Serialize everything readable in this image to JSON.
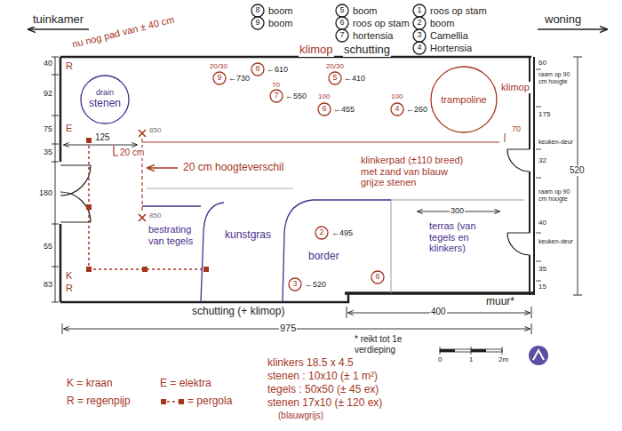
{
  "diagram": {
    "nodes": [
      {
        "text": [
          "8",
          "boom"
        ]
      },
      {
        "text": [
          "9",
          "boom"
        ]
      },
      {
        "text": [
          "5",
          "boom"
        ]
      },
      {
        "text": [
          "6",
          "roos op stam"
        ]
      },
      {
        "text": [
          "7",
          "hortensia"
        ]
      },
      {
        "text": [
          "1",
          "roos op stam"
        ]
      },
      {
        "text": [
          "2",
          "boom"
        ]
      },
      {
        "text": [
          "3",
          "Camellia"
        ]
      },
      {
        "text": [
          "4",
          "Hortensia"
        ]
      },
      {
        "text": [
          "9"
        ]
      },
      {
        "text": [
          "8"
        ]
      },
      {
        "text": [
          "5"
        ]
      },
      {
        "text": [
          "7"
        ]
      },
      {
        "text": [
          "6"
        ]
      },
      {
        "text": [
          "4"
        ]
      },
      {
        "text": [
          "trampoline"
        ]
      },
      {
        "text": [
          "drain",
          "stenen"
        ]
      },
      {
        "text": [
          "2"
        ]
      },
      {
        "text": [
          "6"
        ]
      },
      {
        "text": [
          "3"
        ]
      }
    ],
    "labels": [
      "tuinkamer",
      "woning",
      "nu nog pad van ± 40 cm",
      "klimop",
      "schutting",
      "20/30",
      "←730",
      "←610",
      "70",
      "←550",
      "100",
      "←455",
      "20/30",
      "←410",
      "100",
      "←260",
      "klimop",
      "70",
      "R",
      "E",
      "K",
      "R",
      "40",
      "92",
      "75",
      "35",
      "180",
      "55",
      "83",
      "125",
      "20 cm",
      "850",
      "850",
      "20 cm hoogteverschil",
      "bestrating van tegels",
      "kunstgras",
      "border",
      "←495",
      "←520",
      "300",
      "terras (van tegels en klinkers)",
      "klinkerpad (±110 breed) met zand van blauw grijze stenen",
      "60",
      "raam op 90 cm hoogte",
      "175",
      "keuken-deur",
      "32",
      "520",
      "raam op 90 cm hoogte",
      "40",
      "keuken-deur",
      "35",
      "15",
      "schutting (+ klimop)",
      "400",
      "muur*",
      "975",
      "* reikt tot 1e verdieping",
      "0",
      "1",
      "2m",
      "klinkers 18.5 x 4.5",
      "stenen : 10x10 (± 1 m²)",
      "tegels : 50x50 (± 45 ex)",
      "stenen 17x10 (± 120 ex)",
      "(blauwgrijs)"
    ],
    "legend": [
      {
        "text": "K = kraan"
      },
      {
        "text": "R = regenpijp"
      },
      {
        "text": "E = elektra"
      },
      {
        "text": "= pergola"
      }
    ]
  }
}
